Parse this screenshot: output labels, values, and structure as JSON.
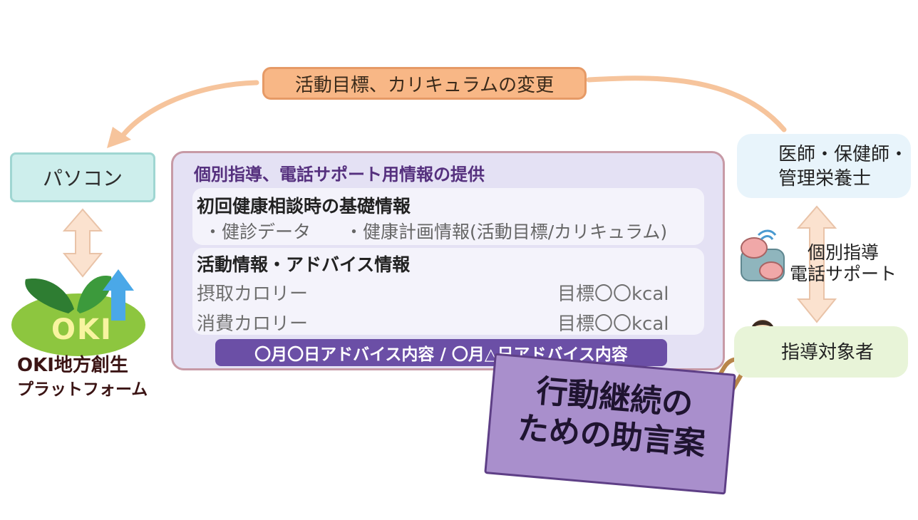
{
  "top_arrow_label": "活動目標、カリキュラムの変更",
  "pc_label": "パソコン",
  "platform": {
    "logo_text": "OKI",
    "line1": "OKI地方創生",
    "line2": "プラットフォーム"
  },
  "main_panel": {
    "title": "個別指導、電話サポート用情報の提供",
    "section1": {
      "heading": "初回健康相談時の基礎情報",
      "item1": "・健診データ",
      "item2": "・健康計画情報(活動目標/カリキュラム)"
    },
    "section2": {
      "heading": "活動情報・アドバイス情報",
      "rows": [
        {
          "label": "摂取カロリー",
          "target": "目標〇〇kcal",
          "color": "#8b56b8"
        },
        {
          "label": "消費カロリー",
          "target": "目標〇〇kcal",
          "color": "#e8753a"
        }
      ]
    },
    "advice_bar": "〇月〇日アドバイス内容 / 〇月△日アドバイス内容"
  },
  "note_card": {
    "line1": "行動継続の",
    "line2": "ための助言案"
  },
  "right": {
    "doctor_line1": "医師・保健師・",
    "doctor_line2": "管理栄養士",
    "phone_line1": "個別指導",
    "phone_line2": "電話サポート",
    "target_label": "指導対象者"
  },
  "colors": {
    "orange_pill": "#f8b786",
    "panel": "#e4e1f4",
    "purple_dark": "#6b4fa6",
    "arrow_orange": "#f6c49c"
  }
}
